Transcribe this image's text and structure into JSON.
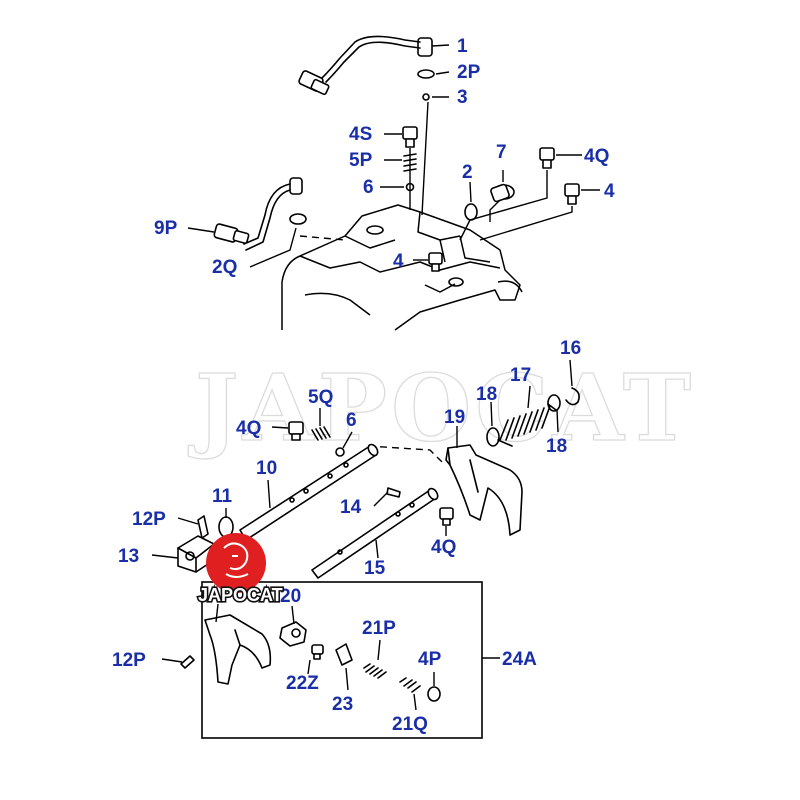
{
  "watermark": "JAPOCAT",
  "brand": "JAPOCAT",
  "colors": {
    "label": "#1a2ea8",
    "badge": "#e02020",
    "line": "#000000"
  },
  "labels": {
    "l1": "1",
    "l2p": "2P",
    "l3": "3",
    "l4s": "4S",
    "l5p": "5P",
    "l6a": "6",
    "l7": "7",
    "l2": "2",
    "l4q": "4Q",
    "l4a": "4",
    "l9p": "9P",
    "l2q": "2Q",
    "l4b": "4",
    "l16": "16",
    "l17": "17",
    "l18a": "18",
    "l18b": "18",
    "l19": "19",
    "l5q": "5Q",
    "l6b": "6",
    "l4q2": "4Q",
    "l10": "10",
    "l11": "11",
    "l12p": "12P",
    "l13": "13",
    "l14": "14",
    "l15": "15",
    "l4q3": "4Q",
    "l20": "20",
    "l21p": "21P",
    "l12p2": "12P",
    "l4p": "4P",
    "l24a": "24A",
    "l22z": "22Z",
    "l23": "23",
    "l21q": "21Q"
  }
}
